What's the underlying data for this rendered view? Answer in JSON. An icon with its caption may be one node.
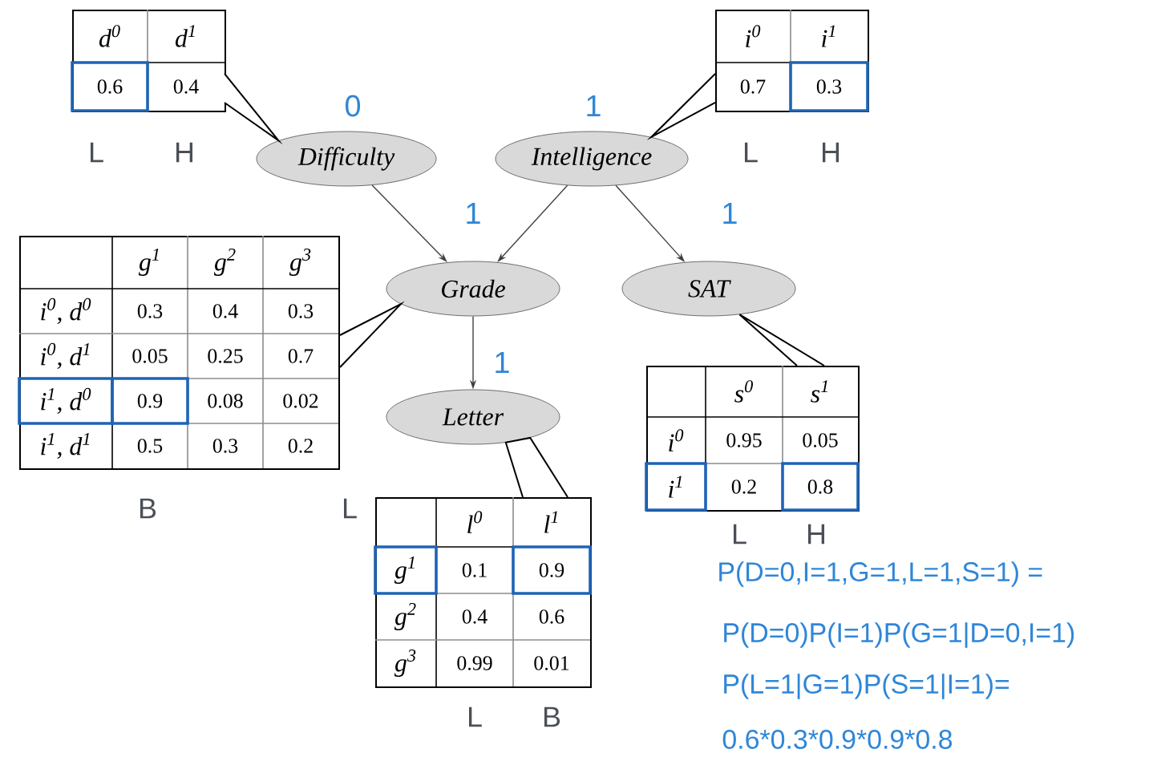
{
  "diagram": {
    "nodes": [
      {
        "text": [
          "Difficulty"
        ],
        "beside": [
          "0"
        ]
      },
      {
        "text": [
          "Intelligence"
        ],
        "beside": [
          "1"
        ]
      },
      {
        "text": [
          "Grade"
        ],
        "beside": [
          "1"
        ]
      },
      {
        "text": [
          "SAT"
        ],
        "beside": [
          "1"
        ]
      },
      {
        "text": [
          "Letter"
        ],
        "beside": [
          "1"
        ]
      },
      {
        "text": [
          "d$^{0}$",
          "d$^{1}$",
          "0.6",
          "0.4"
        ],
        "beside": [
          "L",
          "H"
        ]
      },
      {
        "text": [
          "i$^{0}$",
          "i$^{1}$",
          "0.7",
          "0.3"
        ],
        "beside": [
          "L",
          "H"
        ]
      },
      {
        "text": [
          "g$^{1}$",
          "g$^{2}$",
          "g$^{3}$",
          "i$^{0}$, d$^{0}$",
          "0.3",
          "0.4",
          "0.3",
          "i$^{0}$, d$^{1}$",
          "0.05",
          "0.25",
          "0.7",
          "i$^{1}$, d$^{0}$",
          "0.9",
          "0.08",
          "0.02",
          "i$^{1}$, d$^{1}$",
          "0.5",
          "0.3",
          "0.2"
        ],
        "beside": [
          "B",
          "L"
        ]
      },
      {
        "text": [
          "s$^{0}$",
          "s$^{1}$",
          "i$^{0}$",
          "0.95",
          "0.05",
          "i$^{1}$",
          "0.2",
          "0.8"
        ],
        "beside": [
          "L",
          "H"
        ]
      },
      {
        "text": [
          "l$^{0}$",
          "l$^{1}$",
          "g$^{1}$",
          "0.1",
          "0.9",
          "g$^{2}$",
          "0.4",
          "0.6",
          "g$^{3}$",
          "0.99",
          "0.01"
        ],
        "beside": [
          "L",
          "B"
        ]
      }
    ],
    "edges": [
      {
        "from": 0,
        "to": 2,
        "arrow": "to"
      },
      {
        "from": 1,
        "to": 2,
        "arrow": "to"
      },
      {
        "from": 1,
        "to": 3,
        "arrow": "to"
      },
      {
        "from": 2,
        "to": 4,
        "arrow": "to"
      },
      {
        "from": 5,
        "to": 0,
        "arrow": "none"
      },
      {
        "from": 6,
        "to": 1,
        "arrow": "none"
      },
      {
        "from": 7,
        "to": 2,
        "arrow": "none"
      },
      {
        "from": 8,
        "to": 3,
        "arrow": "none"
      },
      {
        "from": 9,
        "to": 4,
        "arrow": "none"
      }
    ],
    "labels": [
      "P(D=0,I=1,G=1,L=1,S=1) =",
      "P(D=0)P(I=1)P(G=1|D=0,I=1)",
      "P(L=1|G=1)P(S=1|I=1)=",
      "0.6*0.3*0.9*0.9*0.8"
    ]
  }
}
